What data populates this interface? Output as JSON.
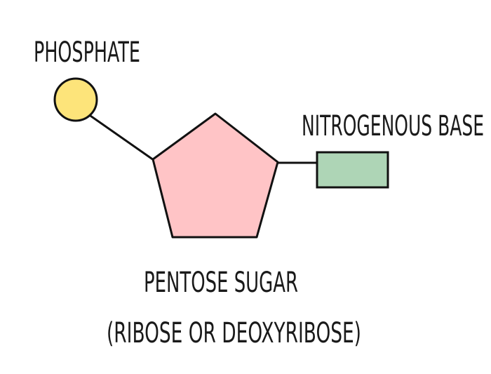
{
  "labels": {
    "phosphate": "PHOSPHATE",
    "base": "NITROGENOUS BASE",
    "sugar": "PENTOSE SUGAR",
    "sugar_types": "(RIBOSE OR DEOXYRIBOSE)"
  },
  "colors": {
    "phosphate": "#fde47a",
    "sugar": "#ffc4c6",
    "base": "#aed5b6",
    "outline": "#111111"
  }
}
